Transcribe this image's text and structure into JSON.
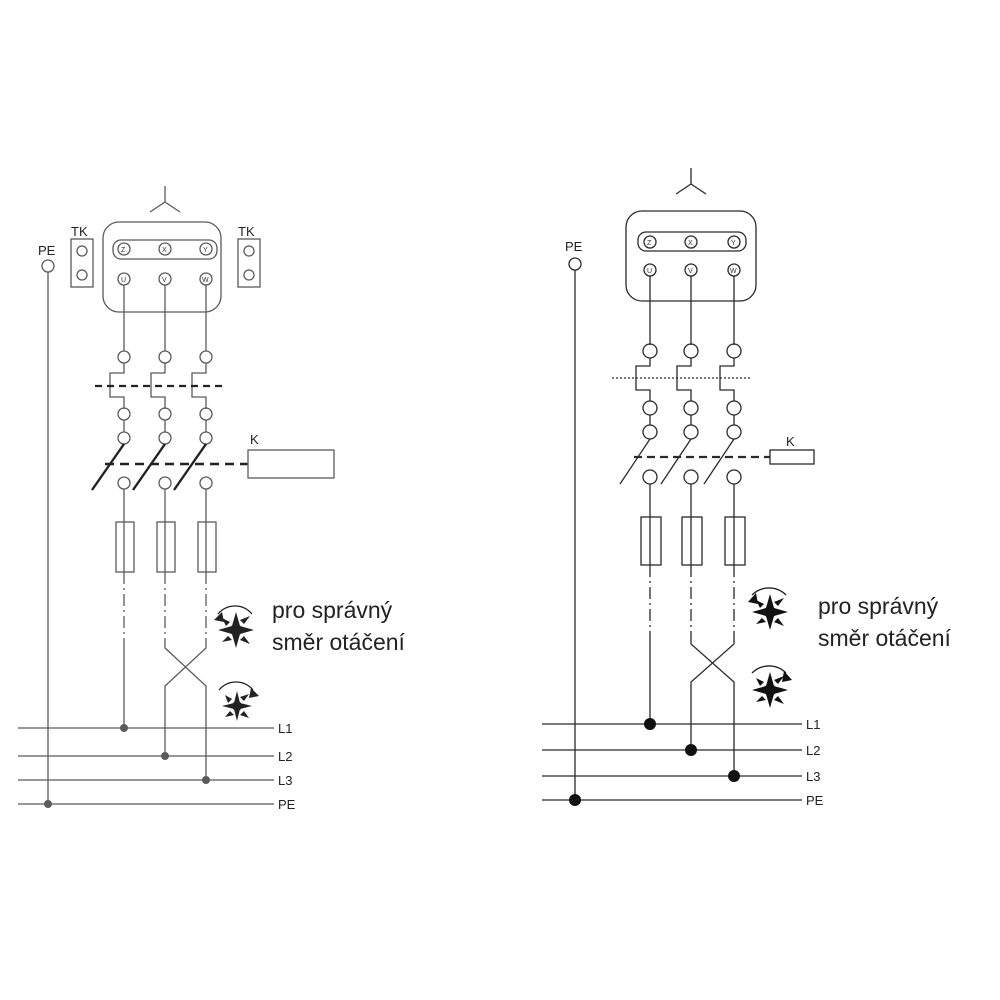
{
  "diagrams": [
    {
      "star_symbol": "⅄",
      "pe_top": "PE",
      "tk_left": "TK",
      "tk_right": "TK",
      "top_terminals": [
        "Z",
        "X",
        "Y"
      ],
      "bottom_terminals": [
        "U",
        "V",
        "W"
      ],
      "contactor": "K",
      "direction_text": [
        "pro správný",
        "směr otáčení"
      ],
      "lines": [
        "L1",
        "L2",
        "L3",
        "PE"
      ]
    },
    {
      "star_symbol": "⅄",
      "pe_top": "PE",
      "top_terminals": [
        "Z",
        "X",
        "Y"
      ],
      "bottom_terminals": [
        "U",
        "V",
        "W"
      ],
      "contactor": "K",
      "direction_text": [
        "pro správný",
        "směr otáčení"
      ],
      "lines": [
        "L1",
        "L2",
        "L3",
        "PE"
      ]
    }
  ],
  "colors": {
    "ink": "#333333",
    "light_ink": "#7a7a7a",
    "background": "#ffffff"
  }
}
